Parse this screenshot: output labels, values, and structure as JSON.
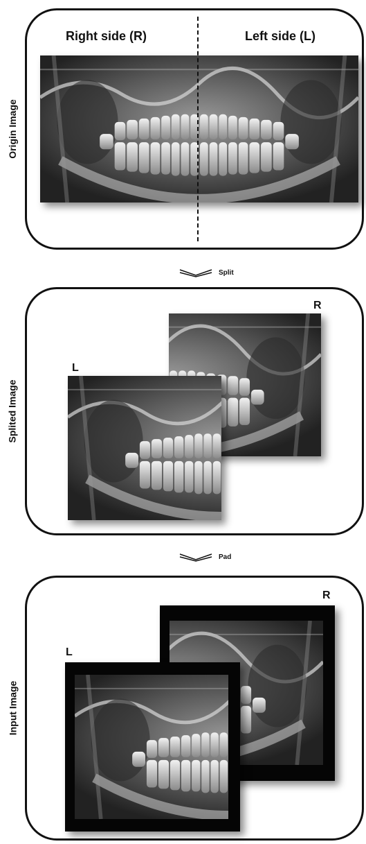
{
  "stages": {
    "origin": {
      "label": "Origin Image",
      "right_header": "Right side (R)",
      "left_header": "Left side (L)"
    },
    "split": {
      "label": "Splited Image",
      "tag_r": "R",
      "tag_l": "L"
    },
    "input": {
      "label": "Input Image",
      "tag_r": "R",
      "tag_l": "L"
    }
  },
  "steps": {
    "split": "Split",
    "pad": "Pad"
  },
  "icons": {
    "step_arrow": "chevron-down-icon"
  },
  "colors": {
    "outline": "#111111",
    "padding": "#050505",
    "xray_bg": "#1c1c1c"
  }
}
